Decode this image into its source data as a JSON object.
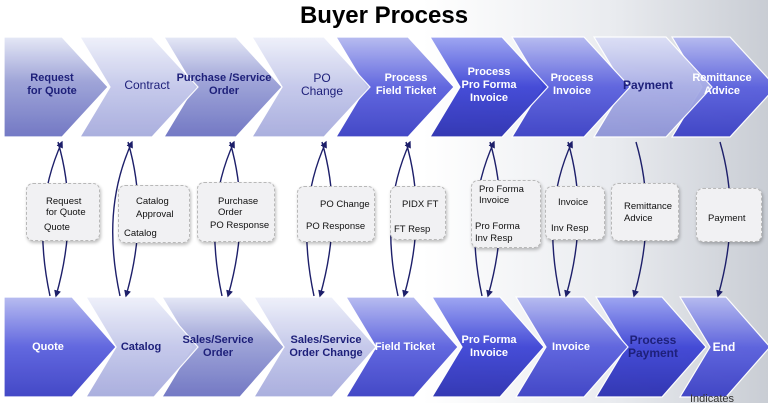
{
  "title": "Buyer Process",
  "top_row": [
    "Request\nfor Quote",
    "Contract",
    "Purchase /Service\nOrder",
    "PO\nChange",
    "Process\nField Ticket",
    "Process\nPro Forma\nInvoice",
    "Process\nInvoice",
    "Payment",
    "Remittance\nAdvice"
  ],
  "bottom_row": [
    "Quote",
    "Catalog",
    "Sales/Service\nOrder",
    "Sales/Service\nOrder Change",
    "Field Ticket",
    "Pro Forma\nInvoice",
    "Invoice",
    "Process\nPayment",
    "End"
  ],
  "messages": [
    {
      "outbound": "Request\nfor Quote",
      "inbound": "Quote"
    },
    {
      "outbound": "Catalog\nApproval",
      "inbound": "Catalog"
    },
    {
      "outbound": "Purchase\nOrder",
      "inbound": "PO Response"
    },
    {
      "outbound": "PO  Change",
      "inbound": "PO Response"
    },
    {
      "outbound": "PIDX FT",
      "inbound": "FT Resp"
    },
    {
      "outbound": "Pro Forma\nInvoice",
      "inbound": "Pro Forma\nInv Resp"
    },
    {
      "outbound": "Invoice",
      "inbound": "Inv Resp"
    },
    {
      "outbound": "Remittance\nAdvice",
      "inbound": ""
    },
    {
      "outbound": "",
      "inbound": "Payment"
    }
  ],
  "footer": "Indicates",
  "colors": {
    "arrow_light": "#c7cbe8",
    "arrow_mid": "#8c92cd",
    "arrow_dark": "#4a4fc2",
    "arrow_deep": "#2c2fa8",
    "outbound_marker": "#f2c21c",
    "inbound_marker": "#2aa3e0",
    "connector": "#1d1f6a"
  }
}
